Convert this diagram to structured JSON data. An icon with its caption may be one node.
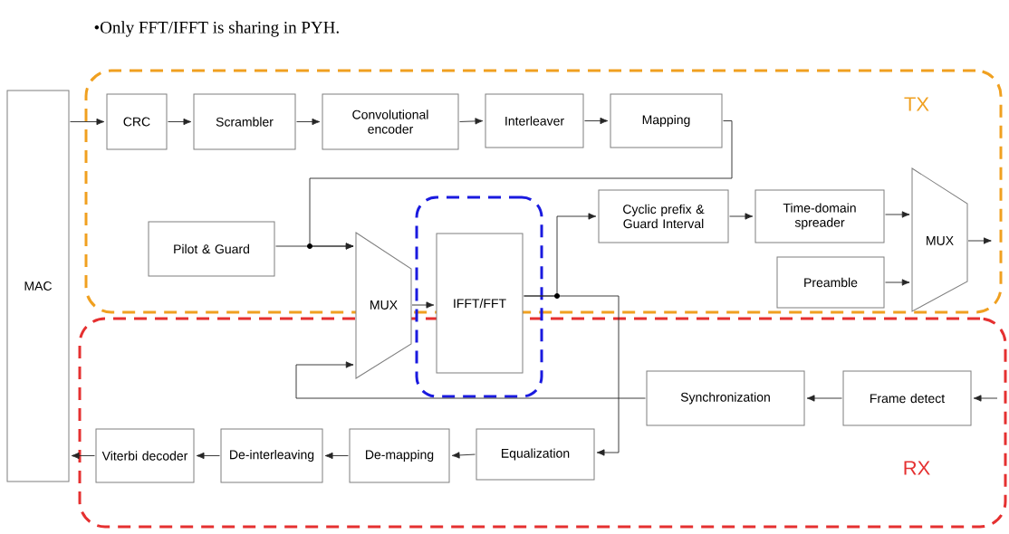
{
  "diagram": {
    "title": "•Only FFT/IFFT is sharing in PYH.",
    "nodes": [
      {
        "text": [
          "MAC"
        ]
      },
      {
        "text": [
          "TX"
        ]
      },
      {
        "text": [
          "RX"
        ]
      },
      {
        "text": [],
        "shape": "box"
      },
      {
        "text": [
          "CRC"
        ],
        "in": 1
      },
      {
        "text": [
          "Scrambler"
        ],
        "in": 1
      },
      {
        "text": [
          "Convolutional encoder"
        ],
        "in": 1
      },
      {
        "text": [
          "Interleaver"
        ],
        "in": 1
      },
      {
        "text": [
          "Mapping"
        ],
        "in": 1
      },
      {
        "text": [
          "Pilot & Guard"
        ],
        "in": 1
      },
      {
        "text": [
          "MUX"
        ]
      },
      {
        "text": [
          "IFFT/FFT"
        ],
        "in": 3
      },
      {
        "text": [
          "Cyclic prefix & Guard Interval"
        ],
        "in": 1
      },
      {
        "text": [
          "Time-domain spreader"
        ],
        "in": 1
      },
      {
        "text": [
          "Preamble"
        ],
        "in": 1
      },
      {
        "text": [
          "MUX"
        ],
        "in": 1
      },
      {
        "text": [
          "Synchronization"
        ],
        "in": 2
      },
      {
        "text": [
          "Frame detect"
        ],
        "in": 2
      },
      {
        "text": [
          "Viterbi decoder"
        ],
        "in": 2
      },
      {
        "text": [
          "De-interleaving"
        ],
        "in": 2
      },
      {
        "text": [
          "De-mapping"
        ],
        "in": 2
      },
      {
        "text": [
          "Equalization"
        ],
        "in": 2
      }
    ],
    "edges": [
      {
        "from": 0,
        "to": 4,
        "arrow": "to"
      },
      {
        "from": 4,
        "to": 5,
        "arrow": "to"
      },
      {
        "from": 5,
        "to": 6,
        "arrow": "to"
      },
      {
        "from": 6,
        "to": 7,
        "arrow": "to"
      },
      {
        "from": 7,
        "to": 8,
        "arrow": "to"
      },
      {
        "from": 8,
        "to": 10,
        "arrow": "to"
      },
      {
        "from": 9,
        "to": 10,
        "arrow": "to"
      },
      {
        "from": 10,
        "to": 11,
        "arrow": "to"
      },
      {
        "from": 11,
        "to": 12,
        "arrow": "to"
      },
      {
        "from": 11,
        "to": 21,
        "arrow": "to"
      },
      {
        "from": 12,
        "to": 13,
        "arrow": "to"
      },
      {
        "from": 13,
        "to": 15,
        "arrow": "to"
      },
      {
        "from": 14,
        "to": 15,
        "arrow": "to"
      },
      {
        "from": 15,
        "to": null,
        "arrow": "to"
      },
      {
        "from": null,
        "to": 17,
        "arrow": "to"
      },
      {
        "from": 17,
        "to": 16,
        "arrow": "to"
      },
      {
        "from": 16,
        "to": 10,
        "arrow": "to"
      },
      {
        "from": 21,
        "to": 20,
        "arrow": "to"
      },
      {
        "from": 20,
        "to": 19,
        "arrow": "to"
      },
      {
        "from": 19,
        "to": 18,
        "arrow": "to"
      },
      {
        "from": 18,
        "to": 0,
        "arrow": "to"
      }
    ]
  }
}
